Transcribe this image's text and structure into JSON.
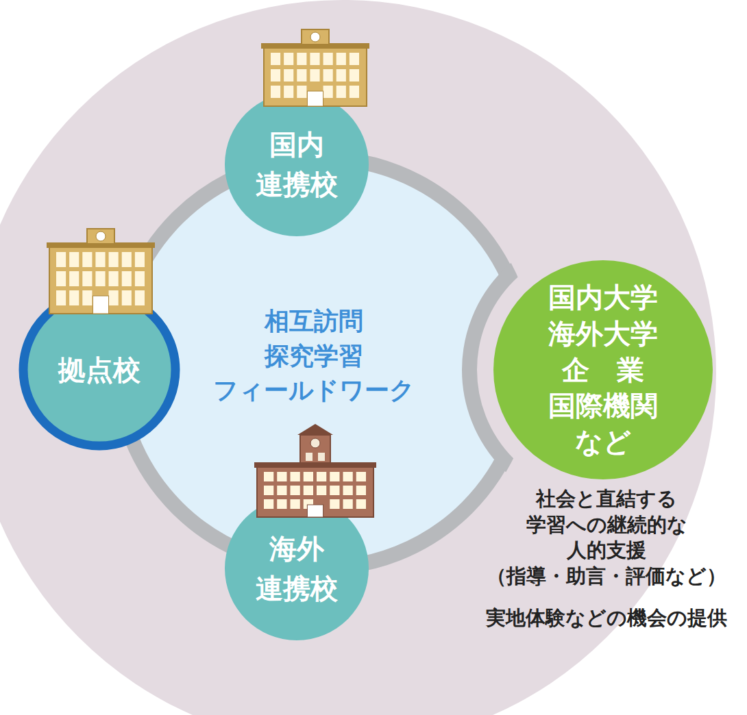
{
  "diagram": {
    "nodes": [
      {
        "text": [
          "国内 連携校"
        ]
      },
      {
        "text": [
          "拠点校"
        ]
      },
      {
        "text": [
          "相互訪問 探究学習 フィールドワーク"
        ]
      },
      {
        "text": [
          "国内大学 海外大学 企　業 国際機関 など"
        ]
      },
      {
        "text": [
          "海外 連携校"
        ]
      }
    ],
    "labels": [
      "社会と直結する 学習への継続的な 人的支援 （指導・助言・評価など）",
      "実地体験などの機会の提供"
    ]
  }
}
